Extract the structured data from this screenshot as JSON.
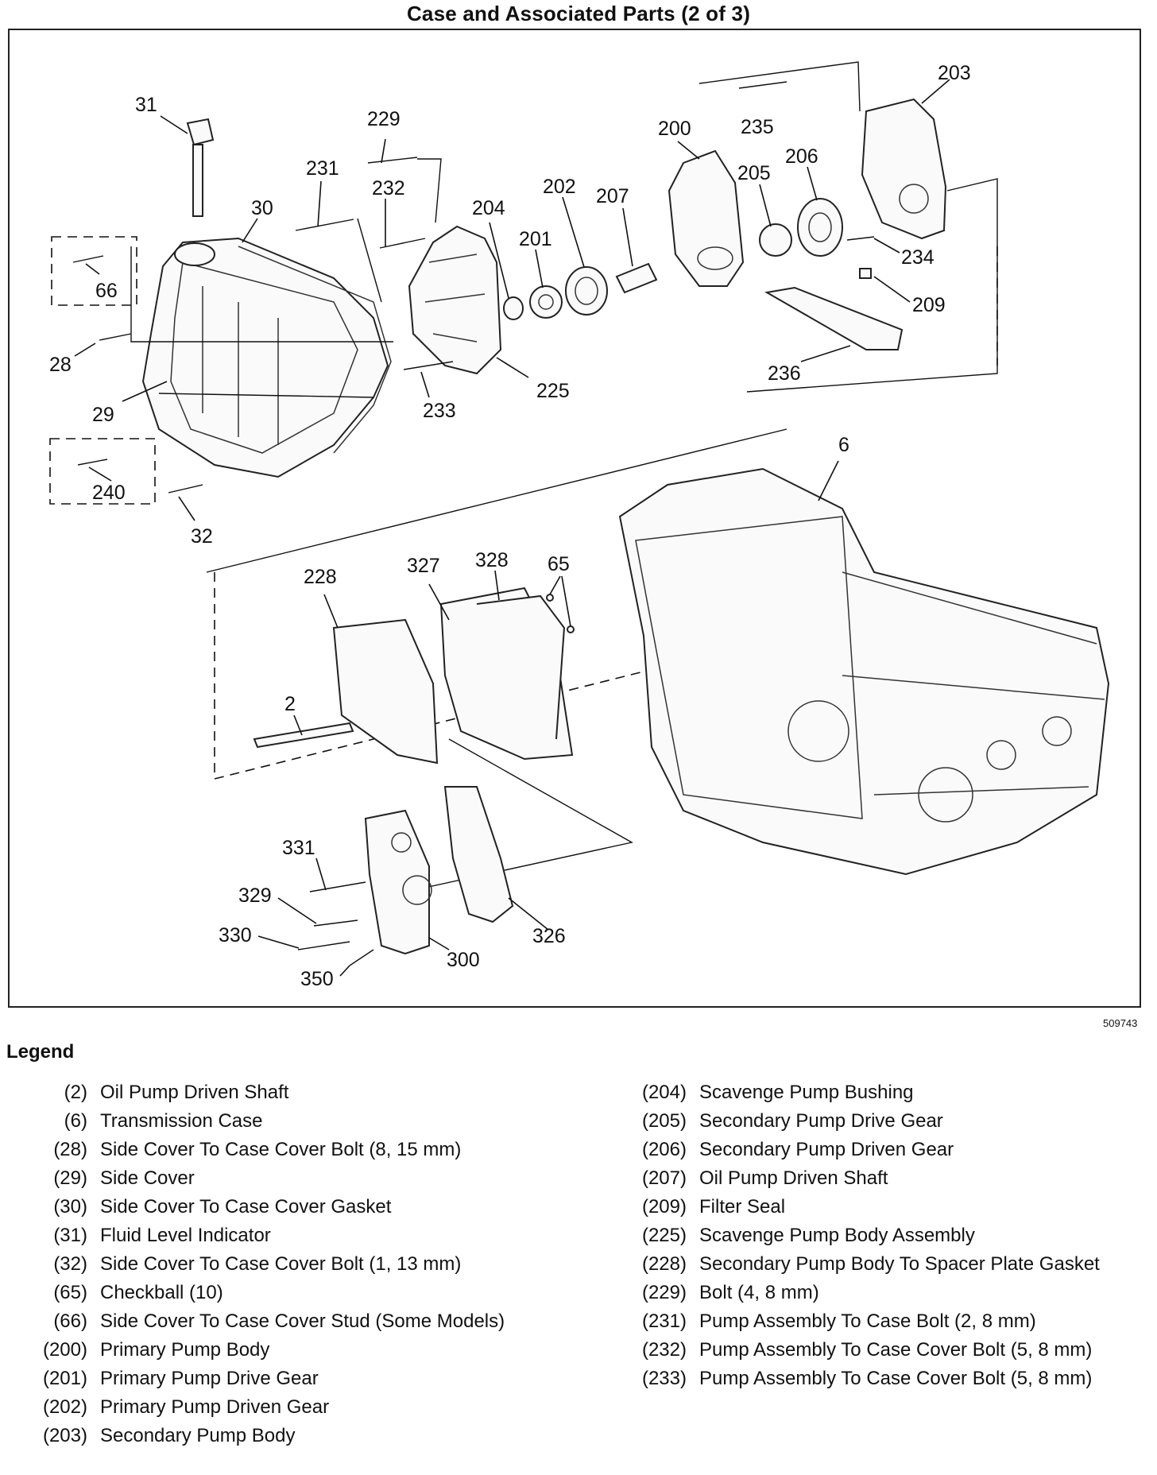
{
  "title": "Case and Associated Parts (2 of 3)",
  "figure_id": "509743",
  "callouts": [
    "31",
    "229",
    "231",
    "232",
    "30",
    "204",
    "201",
    "202",
    "207",
    "200",
    "205",
    "206",
    "235",
    "203",
    "234",
    "209",
    "236",
    "225",
    "233",
    "66",
    "28",
    "29",
    "240",
    "32",
    "6",
    "228",
    "327",
    "328",
    "65",
    "2",
    "331",
    "329",
    "330",
    "350",
    "300",
    "326"
  ],
  "legend": {
    "title": "Legend",
    "left": [
      {
        "num": "(2)",
        "desc": "Oil Pump Driven Shaft"
      },
      {
        "num": "(6)",
        "desc": "Transmission Case"
      },
      {
        "num": "(28)",
        "desc": "Side Cover To Case Cover Bolt (8, 15 mm)"
      },
      {
        "num": "(29)",
        "desc": "Side Cover"
      },
      {
        "num": "(30)",
        "desc": "Side Cover To Case Cover Gasket"
      },
      {
        "num": "(31)",
        "desc": "Fluid Level Indicator"
      },
      {
        "num": "(32)",
        "desc": "Side Cover To Case Cover Bolt (1, 13 mm)"
      },
      {
        "num": "(65)",
        "desc": "Checkball (10)"
      },
      {
        "num": "(66)",
        "desc": "Side Cover To Case Cover Stud (Some Models)"
      },
      {
        "num": "(200)",
        "desc": "Primary Pump Body"
      },
      {
        "num": "(201)",
        "desc": "Primary Pump Drive Gear"
      },
      {
        "num": "(202)",
        "desc": "Primary Pump Driven Gear"
      },
      {
        "num": "(203)",
        "desc": "Secondary Pump Body"
      }
    ],
    "right": [
      {
        "num": "(204)",
        "desc": "Scavenge Pump Bushing"
      },
      {
        "num": "(205)",
        "desc": "Secondary Pump Drive Gear"
      },
      {
        "num": "(206)",
        "desc": "Secondary Pump Driven Gear"
      },
      {
        "num": "(207)",
        "desc": "Oil Pump Driven Shaft"
      },
      {
        "num": "(209)",
        "desc": "Filter Seal"
      },
      {
        "num": "(225)",
        "desc": "Scavenge Pump Body Assembly"
      },
      {
        "num": "(228)",
        "desc": "Secondary Pump Body To Spacer Plate Gasket"
      },
      {
        "num": "(229)",
        "desc": "Bolt (4, 8 mm)"
      },
      {
        "num": "(231)",
        "desc": "Pump Assembly To Case Bolt (2, 8 mm)"
      },
      {
        "num": "(232)",
        "desc": "Pump Assembly To Case Cover Bolt (5, 8 mm)"
      },
      {
        "num": "(233)",
        "desc": "Pump Assembly To Case Cover Bolt (5, 8 mm)"
      }
    ]
  }
}
